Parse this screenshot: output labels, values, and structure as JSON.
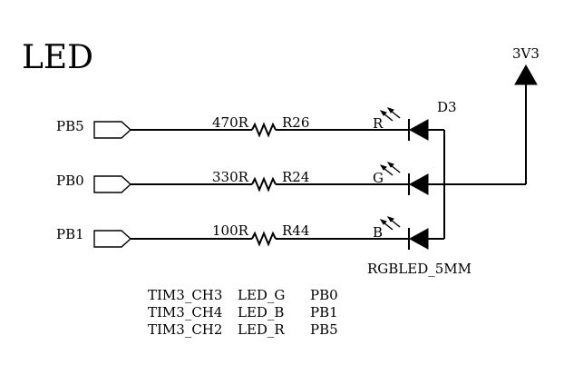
{
  "title": "LED",
  "power": {
    "label": "3V3"
  },
  "led": {
    "ref": "D3",
    "part": "RGBLED_5MM"
  },
  "channels": [
    {
      "port": "PB5",
      "value": "470R",
      "ref": "R26",
      "pin": "R"
    },
    {
      "port": "PB0",
      "value": "330R",
      "ref": "R24",
      "pin": "G"
    },
    {
      "port": "PB1",
      "value": "100R",
      "ref": "R44",
      "pin": "B"
    }
  ],
  "mapping": [
    {
      "timer": "TIM3_CH3",
      "led": "LED_G",
      "pin": "PB0"
    },
    {
      "timer": "TIM3_CH4",
      "led": "LED_B",
      "pin": "PB1"
    },
    {
      "timer": "TIM3_CH2",
      "led": "LED_R",
      "pin": "PB5"
    }
  ]
}
